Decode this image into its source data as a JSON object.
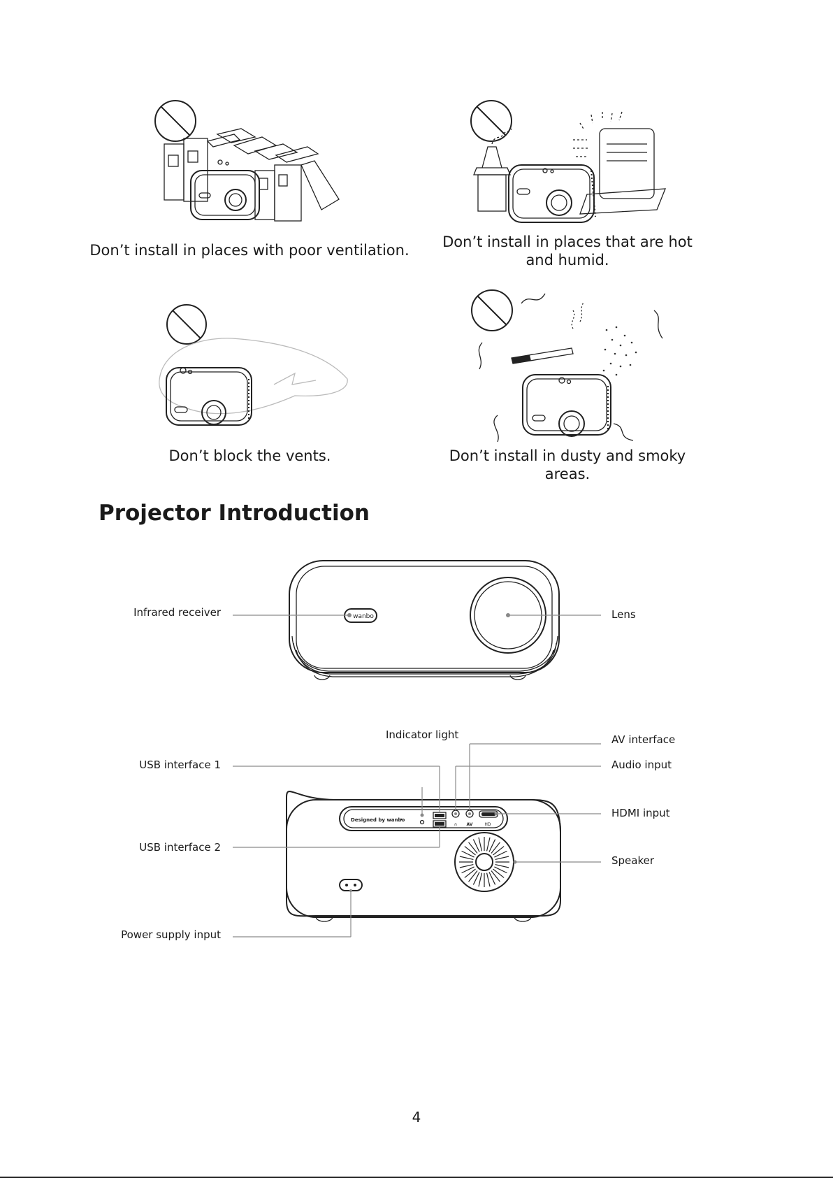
{
  "warnings": [
    {
      "caption": "Don’t install in places with poor ventilation."
    },
    {
      "caption": "Don’t install in places that are hot and humid."
    },
    {
      "caption": "Don’t block the vents."
    },
    {
      "caption": "Don’t install in dusty and smoky areas."
    }
  ],
  "section_title": "Projector Introduction",
  "front_view": {
    "logo_text": "wanbo",
    "labels": {
      "infrared_receiver": "Infrared receiver",
      "lens": "Lens"
    }
  },
  "back_view": {
    "panel_text": "Designed by wanbo",
    "port_marks": {
      "audio": "∩",
      "av": "AV",
      "hdmi": "HD"
    },
    "labels": {
      "indicator_light": "Indicator light",
      "av_interface": "AV interface",
      "usb_interface_1": "USB interface 1",
      "audio_input": "Audio input",
      "hdmi_input": "HDMI input",
      "usb_interface_2": "USB interface 2",
      "speaker": "Speaker",
      "power_supply_input": "Power supply input"
    }
  },
  "page_number": "4"
}
